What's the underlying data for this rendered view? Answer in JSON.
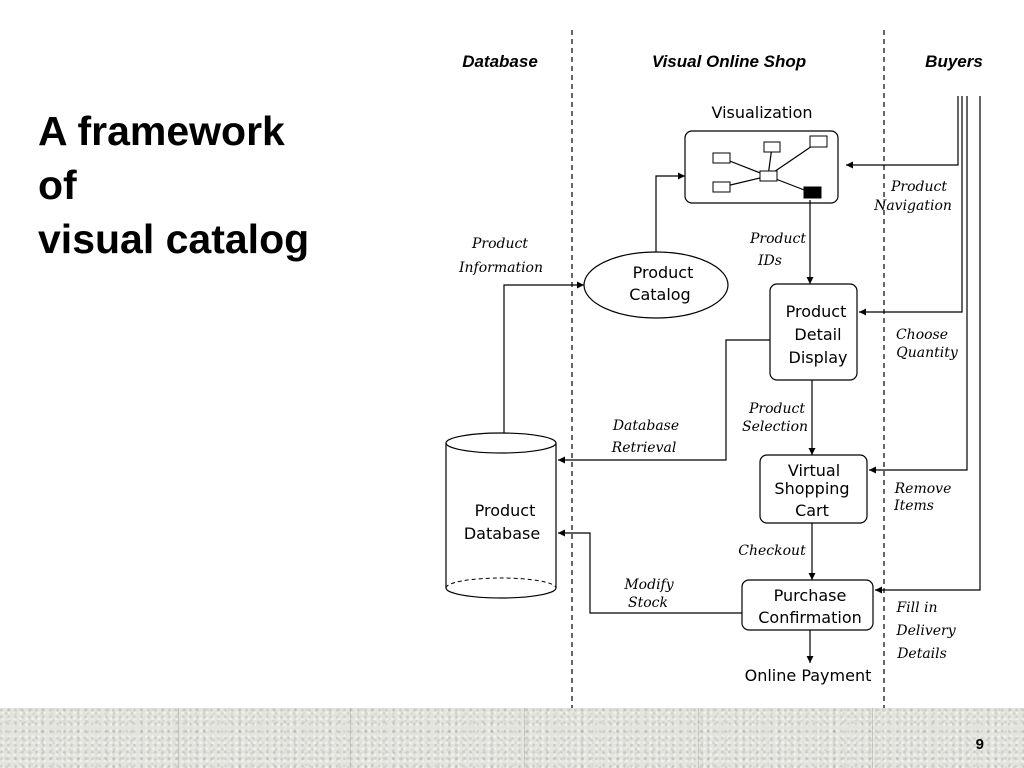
{
  "slide": {
    "title_lines": [
      "A framework",
      "of",
      "visual catalog"
    ],
    "page_number": "9"
  },
  "diagram": {
    "columns": [
      "Database",
      "Visual Online Shop",
      "Buyers"
    ],
    "nodes": {
      "visualization": [
        "Visualization"
      ],
      "product_catalog": [
        "Product",
        "Catalog"
      ],
      "product_detail_display": [
        "Product",
        "Detail",
        "Display"
      ],
      "virtual_shopping_cart": [
        "Virtual",
        "Shopping",
        "Cart"
      ],
      "purchase_confirmation": [
        "Purchase",
        "Confirmation"
      ],
      "online_payment": [
        "Online Payment"
      ],
      "product_database": [
        "Product",
        "Database"
      ]
    },
    "flows": {
      "product_information": [
        "Product",
        "Information"
      ],
      "product_ids": [
        "Product",
        "IDs"
      ],
      "product_navigation": [
        "Product",
        "Navigation"
      ],
      "choose_quantity": [
        "Choose",
        "Quantity"
      ],
      "database_retrieval": [
        "Database",
        "Retrieval"
      ],
      "product_selection": [
        "Product",
        "Selection"
      ],
      "remove_items": [
        "Remove",
        "Items"
      ],
      "checkout": [
        "Checkout"
      ],
      "modify_stock": [
        "Modify",
        "Stock"
      ],
      "fill_in_delivery_details": [
        "Fill in",
        "Delivery",
        "Details"
      ]
    }
  }
}
